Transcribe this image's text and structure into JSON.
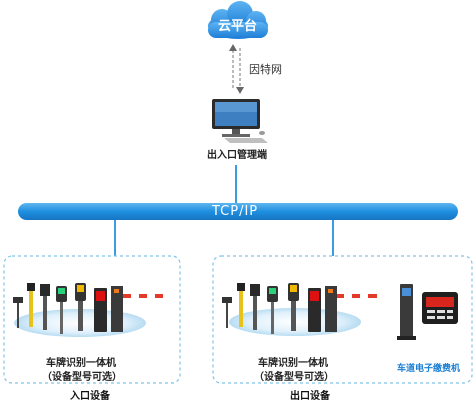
{
  "cloud": {
    "label": "云平台"
  },
  "network": {
    "label": "因特网"
  },
  "management": {
    "label": "出入口管理端"
  },
  "bus": {
    "label": "TCP/IP"
  },
  "entry": {
    "device_label_line1": "车牌识别一体机",
    "device_label_line2": "（设备型号可选）",
    "section_label": "入口设备"
  },
  "exit": {
    "device_label_line1": "车牌识别一体机",
    "device_label_line2": "（设备型号可选）",
    "payment_label": "车道电子缴费机",
    "section_label": "出口设备"
  },
  "colors": {
    "cloud": "#2e8fe0",
    "bus": "#1f8fe0",
    "border": "#7fc4e8"
  }
}
